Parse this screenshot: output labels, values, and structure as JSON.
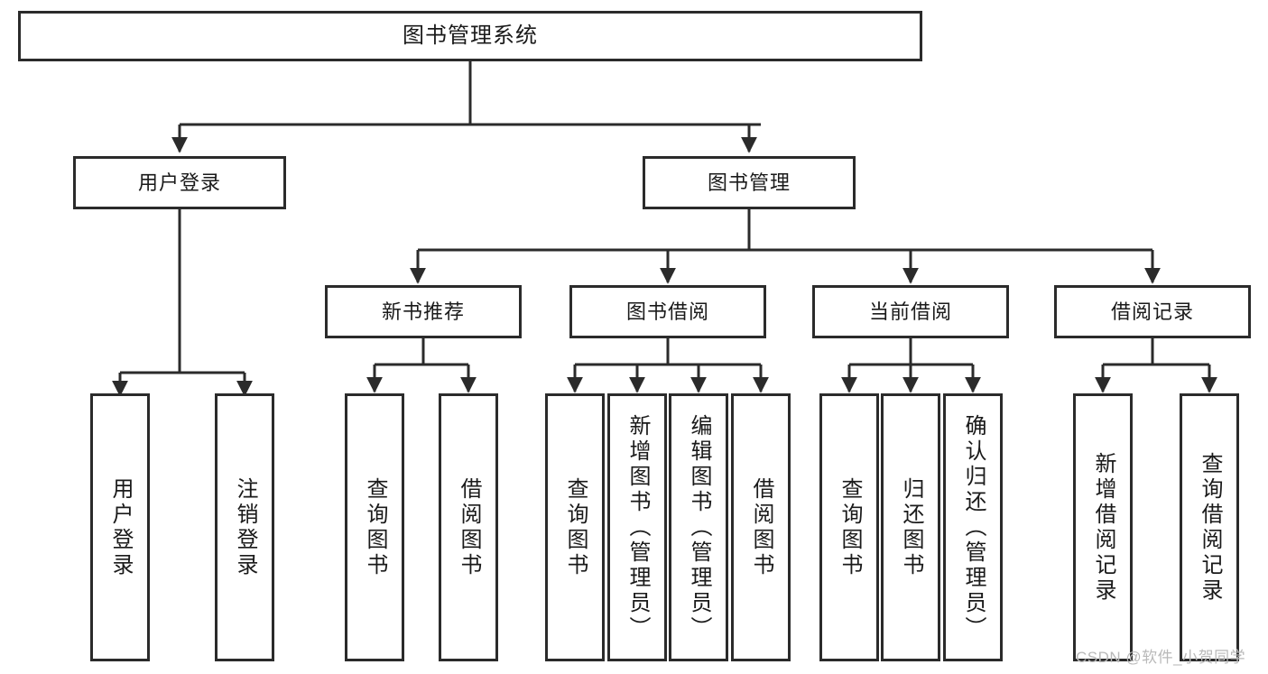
{
  "diagram": {
    "type": "tree",
    "title": "图书管理系统",
    "root": {
      "label": "图书管理系统"
    },
    "tier2": [
      {
        "label": "用户登录"
      },
      {
        "label": "图书管理"
      }
    ],
    "tier3": [
      {
        "label": "新书推荐"
      },
      {
        "label": "图书借阅"
      },
      {
        "label": "当前借阅"
      },
      {
        "label": "借阅记录"
      }
    ],
    "leaves": {
      "user_login": [
        {
          "label": "用户登录"
        },
        {
          "label": "注销登录"
        }
      ],
      "new_book_recommend": [
        {
          "label": "查询图书"
        },
        {
          "label": "借阅图书"
        }
      ],
      "book_borrow": [
        {
          "label": "查询图书"
        },
        {
          "label": "新增图书（管理员）"
        },
        {
          "label": "编辑图书（管理员）"
        },
        {
          "label": "借阅图书"
        }
      ],
      "current_borrow": [
        {
          "label": "查询图书"
        },
        {
          "label": "归还图书"
        },
        {
          "label": "确认归还（管理员）"
        }
      ],
      "borrow_record": [
        {
          "label": "新增借阅记录"
        },
        {
          "label": "查询借阅记录"
        }
      ]
    }
  },
  "watermark": {
    "text": "CSDN @软件_小贺同学"
  },
  "colors": {
    "border": "#2b2b2b",
    "background": "#ffffff",
    "text": "#1a1a1a",
    "watermark": "#b9b9b9"
  }
}
